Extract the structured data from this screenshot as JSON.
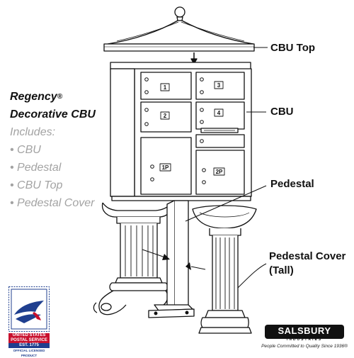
{
  "caption": {
    "title_line1": "Regency",
    "registered_mark": "®",
    "title_line2": "Decorative CBU",
    "includes": "Includes:",
    "items": [
      "• CBU",
      "• Pedestal",
      "• CBU Top",
      "• Pedestal Cover"
    ]
  },
  "callouts": {
    "cbu_top": "CBU Top",
    "cbu": "CBU",
    "pedestal": "Pedestal",
    "pedestal_cover_line1": "Pedestal Cover",
    "pedestal_cover_line2": "(Tall)"
  },
  "compartments": [
    "1",
    "3",
    "2",
    "4",
    "1P",
    "2P"
  ],
  "usps_badge": {
    "line1": "UNITED STATES",
    "line2": "POSTAL SERVICE",
    "line3": "EST. 1775",
    "line4": "OFFICIAL LICENSED PRODUCT"
  },
  "brand": {
    "name": "SALSBURY",
    "sub": "INDUSTRIES",
    "tagline": "People Committed to Quality Since 1936®"
  },
  "colors": {
    "line": "#111111",
    "accent_gray": "#a3a3a3",
    "usps_blue": "#1f3f8f",
    "usps_red": "#c8102e"
  }
}
